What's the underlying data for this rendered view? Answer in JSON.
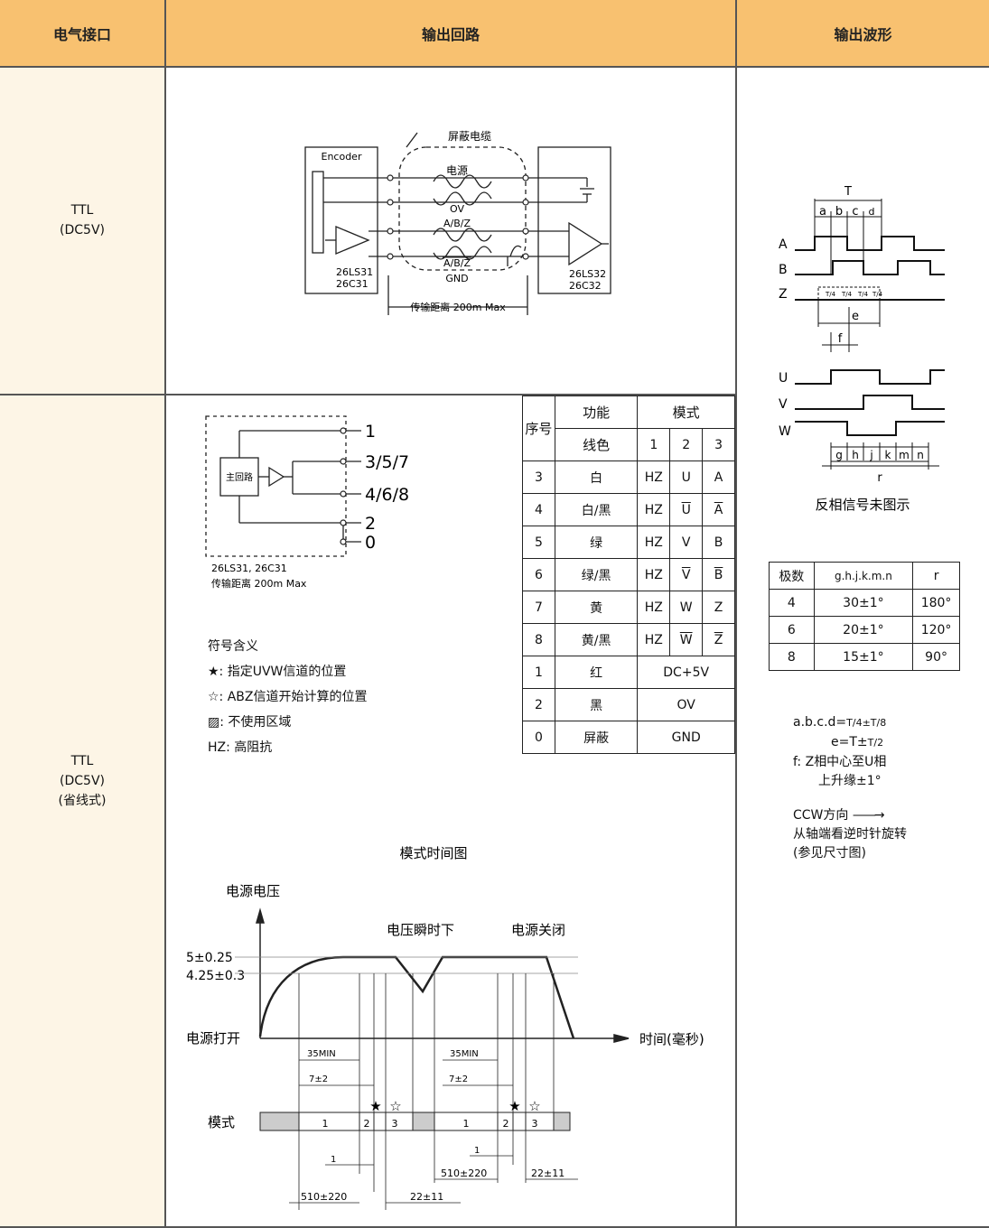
{
  "header": {
    "col1": "电气接口",
    "col2": "输出回路",
    "col3": "输出波形"
  },
  "row1": {
    "label_line1": "TTL",
    "label_line2": "(DC5V)"
  },
  "row2": {
    "label_line1": "TTL",
    "label_line2": "(DC5V)",
    "label_line3": "(省线式)"
  },
  "circuit1": {
    "encoder": "Encoder",
    "shield_cable": "屏蔽电缆",
    "power": "电源",
    "ov": "OV",
    "abz": "A/B/Z",
    "abz_bar": "A/B/Z",
    "gnd": "GND",
    "driver_l1": "26LS31",
    "driver_l2": "26C31",
    "receiver_l1": "26LS32",
    "receiver_l2": "26C32",
    "distance": "传输距离 200m Max"
  },
  "circuit2": {
    "main_circuit": "主回路",
    "pins": [
      "1",
      "3/5/7",
      "4/6/8",
      "2",
      "0"
    ],
    "chip": "26LS31, 26C31",
    "distance": "传输距离 200m Max"
  },
  "legend": {
    "title": "符号含义",
    "star": "★: 指定UVW信道的位置",
    "hollow_star": "☆: ABZ信道开始计算的位置",
    "hatched": "▨: 不使用区域",
    "hz": "HZ: 高阻抗"
  },
  "pin_table": {
    "h_seq": "序号",
    "h_func": "功能",
    "h_color": "线色",
    "h_mode": "模式",
    "mode_cols": [
      "1",
      "2",
      "3"
    ],
    "rows": [
      {
        "seq": "3",
        "color": "白",
        "m1": "HZ",
        "m2": "U",
        "m3": "A"
      },
      {
        "seq": "4",
        "color": "白/黑",
        "m1": "HZ",
        "m2": "U",
        "m3": "A"
      },
      {
        "seq": "5",
        "color": "绿",
        "m1": "HZ",
        "m2": "V",
        "m3": "B"
      },
      {
        "seq": "6",
        "color": "绿/黑",
        "m1": "HZ",
        "m2": "V",
        "m3": "B"
      },
      {
        "seq": "7",
        "color": "黄",
        "m1": "HZ",
        "m2": "W",
        "m3": "Z"
      },
      {
        "seq": "8",
        "color": "黄/黑",
        "m1": "HZ",
        "m2": "W",
        "m3": "Z"
      }
    ],
    "merged_rows": [
      {
        "seq": "1",
        "color": "红",
        "val": "DC+5V"
      },
      {
        "seq": "2",
        "color": "黑",
        "val": "OV"
      },
      {
        "seq": "0",
        "color": "屏蔽",
        "val": "GND"
      }
    ]
  },
  "waveform": {
    "T": "T",
    "abcd": [
      "a",
      "b",
      "c",
      "d"
    ],
    "signals1": [
      "A",
      "B",
      "Z"
    ],
    "t4": "T/4",
    "e": "e",
    "f": "f",
    "signals2": [
      "U",
      "V",
      "W"
    ],
    "ghjkmn": [
      "g",
      "h",
      "j",
      "k",
      "m",
      "n"
    ],
    "r": "r",
    "caption": "反相信号未图示"
  },
  "pole_table": {
    "headers": [
      "极数",
      "g.h.j.k.m.n",
      "r"
    ],
    "rows": [
      [
        "4",
        "30±1°",
        "180°"
      ],
      [
        "6",
        "20±1°",
        "120°"
      ],
      [
        "8",
        "15±1°",
        "90°"
      ]
    ]
  },
  "formulas": {
    "abcd_prefix": "a.b.c.d=",
    "e_prefix": "e=T±",
    "f_line1": "f: Z相中心至U相",
    "f_line2": "上升缘±1°",
    "ccw": "CCW方向",
    "ccw_line2": "从轴端看逆时针旋转",
    "ccw_line3": "(参见尺寸图)"
  },
  "timing": {
    "title": "模式时间图",
    "voltage": "电源电压",
    "v1": "5±0.25",
    "v2": "4.25±0.3",
    "power_on": "电源打开",
    "dip": "电压瞬时下",
    "power_off": "电源关闭",
    "time": "时间(毫秒)",
    "min35": "35MIN",
    "t7": "7±2",
    "mode": "模式",
    "segs": [
      "1",
      "2",
      "3"
    ],
    "one": "1",
    "d510": "510±220",
    "d22": "22±11"
  }
}
